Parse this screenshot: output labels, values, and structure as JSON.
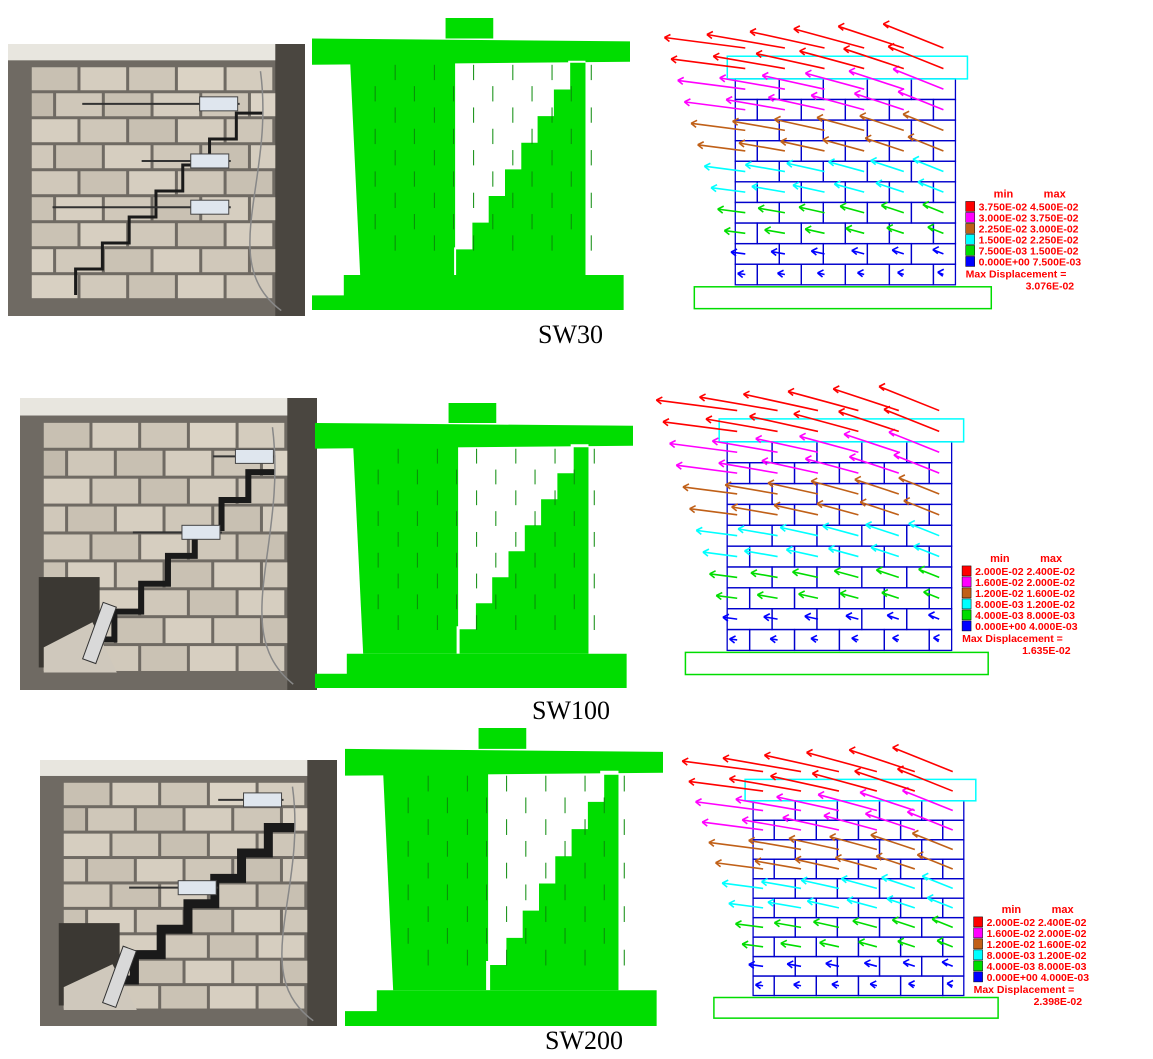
{
  "figure": {
    "rows": [
      {
        "id": "SW30",
        "caption": "SW30",
        "legend": {
          "header_min": "min",
          "header_max": "max",
          "entries": [
            {
              "min": "3.750E-02",
              "max": "4.500E-02",
              "color": "#ff0000"
            },
            {
              "min": "3.000E-02",
              "max": "3.750E-02",
              "color": "#ff00ff"
            },
            {
              "min": "2.250E-02",
              "max": "3.000E-02",
              "color": "#c06018"
            },
            {
              "min": "1.500E-02",
              "max": "2.250E-02",
              "color": "#00ffff"
            },
            {
              "min": "7.500E-03",
              "max": "1.500E-02",
              "color": "#00dd00"
            },
            {
              "min": "0.000E+00",
              "max": "7.500E-03",
              "color": "#0000ff"
            }
          ],
          "max_label": "Max Displacement =",
          "max_value": "3.076E-02"
        }
      },
      {
        "id": "SW100",
        "caption": "SW100",
        "legend": {
          "header_min": "min",
          "header_max": "max",
          "entries": [
            {
              "min": "2.000E-02",
              "max": "2.400E-02",
              "color": "#ff0000"
            },
            {
              "min": "1.600E-02",
              "max": "2.000E-02",
              "color": "#ff00ff"
            },
            {
              "min": "1.200E-02",
              "max": "1.600E-02",
              "color": "#c06018"
            },
            {
              "min": "8.000E-03",
              "max": "1.200E-02",
              "color": "#00ffff"
            },
            {
              "min": "4.000E-03",
              "max": "8.000E-03",
              "color": "#00dd00"
            },
            {
              "min": "0.000E+00",
              "max": "4.000E-03",
              "color": "#0000ff"
            }
          ],
          "max_label": "Max Displacement =",
          "max_value": "1.635E-02"
        }
      },
      {
        "id": "SW200",
        "caption": "SW200",
        "legend": {
          "header_min": "min",
          "header_max": "max",
          "entries": [
            {
              "min": "2.000E-02",
              "max": "2.400E-02",
              "color": "#ff0000"
            },
            {
              "min": "1.600E-02",
              "max": "2.000E-02",
              "color": "#ff00ff"
            },
            {
              "min": "1.200E-02",
              "max": "1.600E-02",
              "color": "#c06018"
            },
            {
              "min": "8.000E-03",
              "max": "1.200E-02",
              "color": "#00ffff"
            },
            {
              "min": "4.000E-03",
              "max": "8.000E-03",
              "color": "#00dd00"
            },
            {
              "min": "0.000E+00",
              "max": "4.000E-03",
              "color": "#0000ff"
            }
          ],
          "max_label": "Max Displacement =",
          "max_value": "2.398E-02"
        }
      }
    ],
    "colors": {
      "deformed_fill": "#00dd00",
      "mesh_line": "#0000cc",
      "base_line": "#00dd00",
      "legend_text": "#ff0000"
    }
  }
}
